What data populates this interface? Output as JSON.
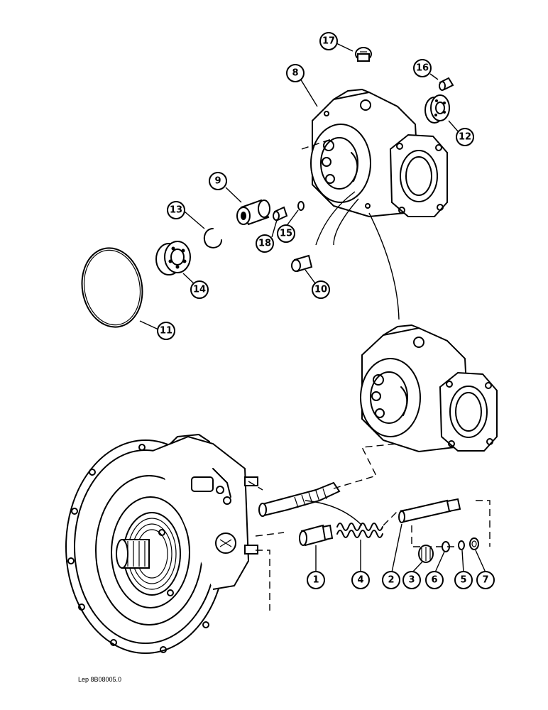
{
  "callouts": [
    {
      "id": "1",
      "label": "1"
    },
    {
      "id": "2",
      "label": "2"
    },
    {
      "id": "3",
      "label": "3"
    },
    {
      "id": "4",
      "label": "4"
    },
    {
      "id": "5",
      "label": "5"
    },
    {
      "id": "6",
      "label": "6"
    },
    {
      "id": "7",
      "label": "7"
    },
    {
      "id": "8",
      "label": "8"
    },
    {
      "id": "9",
      "label": "9"
    },
    {
      "id": "10",
      "label": "10"
    },
    {
      "id": "11",
      "label": "11"
    },
    {
      "id": "12",
      "label": "12"
    },
    {
      "id": "13",
      "label": "13"
    },
    {
      "id": "14",
      "label": "14"
    },
    {
      "id": "15",
      "label": "15"
    },
    {
      "id": "16",
      "label": "16"
    },
    {
      "id": "17",
      "label": "17"
    },
    {
      "id": "18",
      "label": "18"
    }
  ],
  "reference_code": "Lep 8B08005.0"
}
